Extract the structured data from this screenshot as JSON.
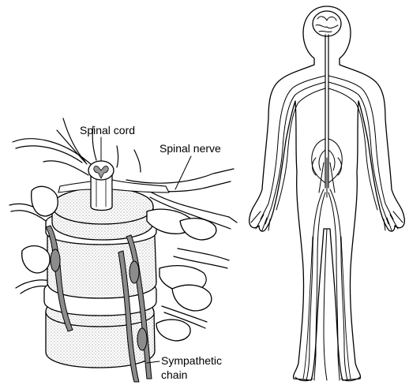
{
  "labels": {
    "spinal_cord": "Spinal cord",
    "spinal_nerve": "Spinal nerve",
    "sympathetic_chain_line1": "Sympathetic",
    "sympathetic_chain_line2": "chain"
  }
}
